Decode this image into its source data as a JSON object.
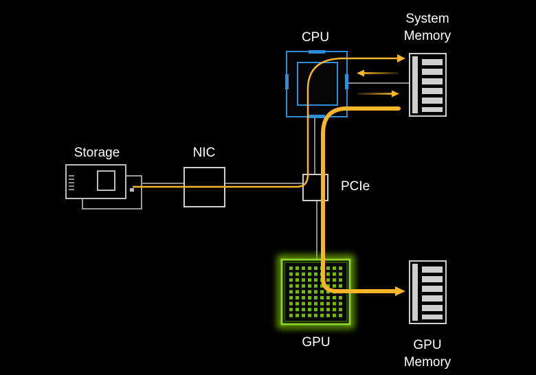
{
  "labels": {
    "cpu": "CPU",
    "system_memory_line1": "System",
    "system_memory_line2": "Memory",
    "storage": "Storage",
    "nic": "NIC",
    "pcie": "PCIe",
    "gpu": "GPU",
    "gpu_memory_line1": "GPU",
    "gpu_memory_line2": "Memory"
  },
  "colors": {
    "background": "#000000",
    "data_path": "#f6b52b",
    "cpu_accent": "#2f8ed9",
    "gpu_accent": "#76b900",
    "gray_line": "#8c8c8c",
    "component_outline": "#cfcfcf"
  }
}
